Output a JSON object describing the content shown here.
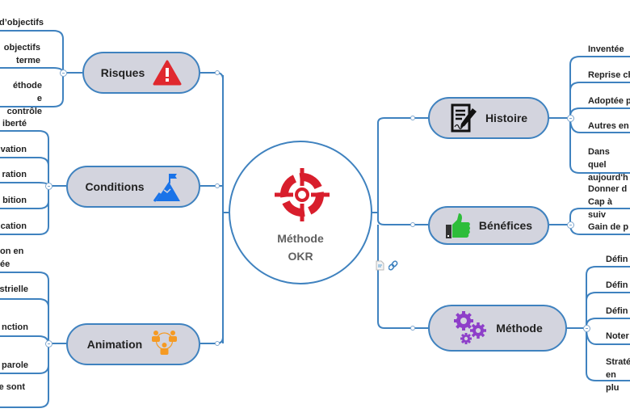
{
  "central": {
    "title_line1": "Méthode",
    "title_line2": "OKR",
    "icon": "target-icon",
    "color": "#d81e2c"
  },
  "branches": {
    "risques": {
      "label": "Risques",
      "icon": "warning-icon",
      "icon_color": "#e0282e",
      "leaves": [
        "d’objectifs",
        "objectifs\nterme",
        "éthode\ne contrôle"
      ]
    },
    "conditions": {
      "label": "Conditions",
      "icon": "mountain-flag-icon",
      "icon_color": "#1a73e8",
      "leaves": [
        "iberté",
        "vation",
        "ration",
        "bition",
        "cation"
      ]
    },
    "animation": {
      "label": "Animation",
      "icon": "team-icon",
      "icon_color": "#f59a23",
      "leaves": [
        "on en\née",
        "strielle",
        "nction",
        "parole",
        "e sont"
      ]
    },
    "histoire": {
      "label": "Histoire",
      "icon": "document-pen-icon",
      "icon_color": "#222222",
      "leaves": [
        "Inventée",
        "Reprise ch",
        "Adoptée p",
        "Autres en",
        "Dans quel\naujourd'h"
      ]
    },
    "benefices": {
      "label": "Bénéfices",
      "icon": "thumbs-up-icon",
      "icon_color": "#2ebd3a",
      "leaves": [
        "Donner d\nCap à suiv",
        "Gain de p"
      ]
    },
    "methode": {
      "label": "Méthode",
      "icon": "gears-icon",
      "icon_color": "#8e3fc9",
      "leaves": [
        "Défin",
        "Défin",
        "Défin",
        "Noter",
        "Straté\nen plu"
      ]
    }
  },
  "colors": {
    "line": "#3f82bf",
    "node_fill": "#d3d4de"
  }
}
